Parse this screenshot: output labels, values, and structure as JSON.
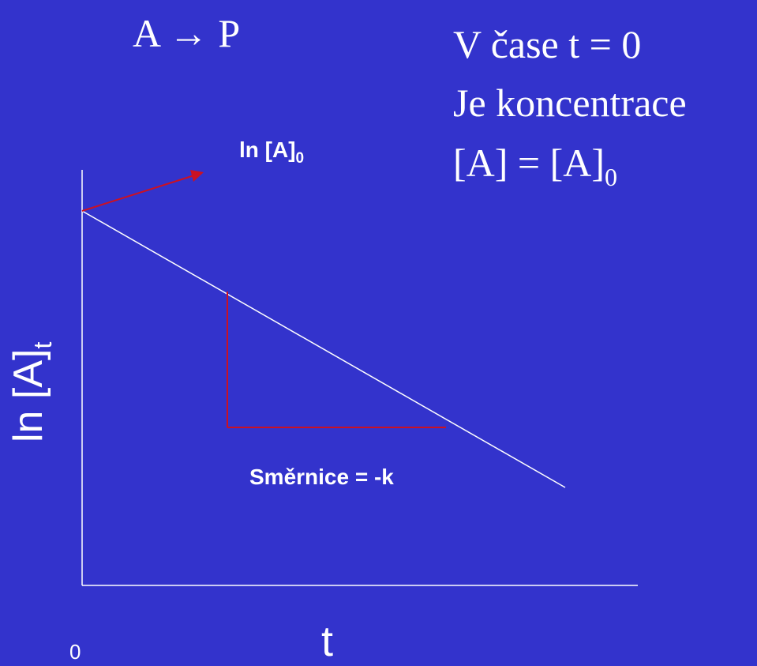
{
  "reaction": "A → P",
  "condition": {
    "line1": "V čase t = 0",
    "line2": "Je koncentrace",
    "line3_main": "[A] = [A]",
    "line3_sub": "0"
  },
  "annotations": {
    "intercept_main": "ln [A]",
    "intercept_sub": "0",
    "slope": "Směrnice = -k"
  },
  "axes": {
    "y_label_main": "ln [A]",
    "y_label_sub": "t",
    "x_label": "t",
    "origin": "0"
  },
  "colors": {
    "background": "#3333cc",
    "line": "#ffffff",
    "highlight": "#cc1122"
  },
  "chart_data": {
    "type": "line",
    "series": [
      {
        "x": [
          0,
          1
        ],
        "y": [
          1,
          0
        ]
      }
    ],
    "slope_triangle": true,
    "intercept_arrow": true
  }
}
